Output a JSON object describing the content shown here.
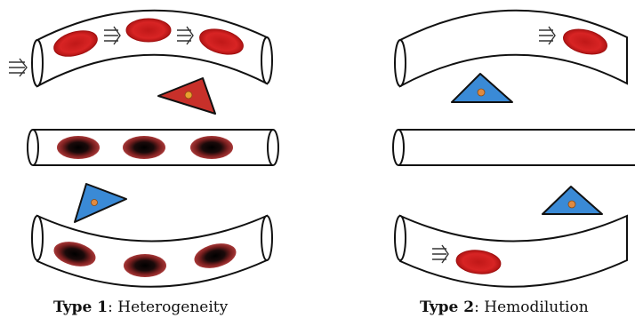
{
  "captions": {
    "type1": {
      "prefix": "Type 1",
      "separator": ": ",
      "label": "Heterogeneity"
    },
    "type2": {
      "prefix": "Type 2",
      "separator": ": ",
      "label": "Hemodilution"
    }
  },
  "colors": {
    "vessel_stroke": "#111111",
    "vessel_fill": "#ffffff",
    "rbc_red": "#d42020",
    "rbc_red_edge": "#a01010",
    "rbc_dark_outer": "#7a1f1f",
    "rbc_dark_inner": "#111111",
    "triangle_red": "#c8302a",
    "triangle_blue": "#3a8ad6",
    "triangle_dot": "#e08a40"
  },
  "icons": {
    "flow_arrow": "triple-arrow-icon",
    "red_cell": "red-blood-cell",
    "dark_cell": "dark-blood-cell",
    "triangle": "triangle-cell-icon"
  }
}
